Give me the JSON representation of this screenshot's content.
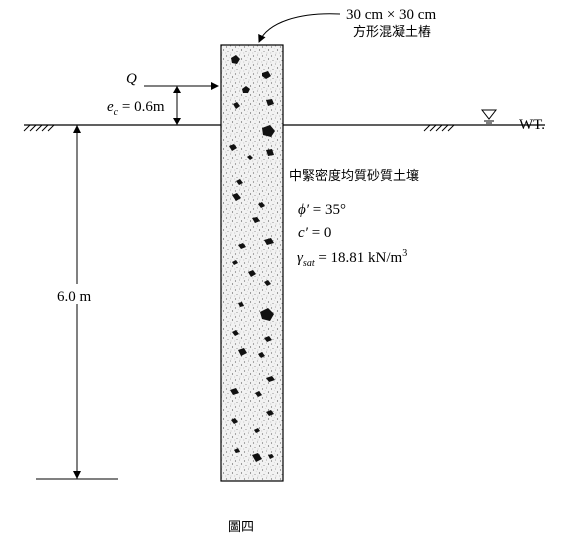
{
  "pile": {
    "size_label": "30 cm × 30 cm",
    "type_label": "方形混凝土樁"
  },
  "load": {
    "symbol": "Q",
    "eccentricity_label": "e",
    "eccentricity_subscript": "c",
    "eccentricity_value": " = 0.6m"
  },
  "water_table_label": "WT.",
  "depth_label": "6.0 m",
  "soil": {
    "description": "中緊密度均質砂質土壤",
    "friction_symbol": "ϕ′",
    "friction_value": " = 35°",
    "cohesion_symbol": "c′",
    "cohesion_value": " = 0",
    "unit_weight_symbol": "γ",
    "unit_weight_subscript": "sat",
    "unit_weight_value": " = 18.81 kN/m",
    "unit_weight_exponent": "3"
  },
  "caption": "圖四"
}
